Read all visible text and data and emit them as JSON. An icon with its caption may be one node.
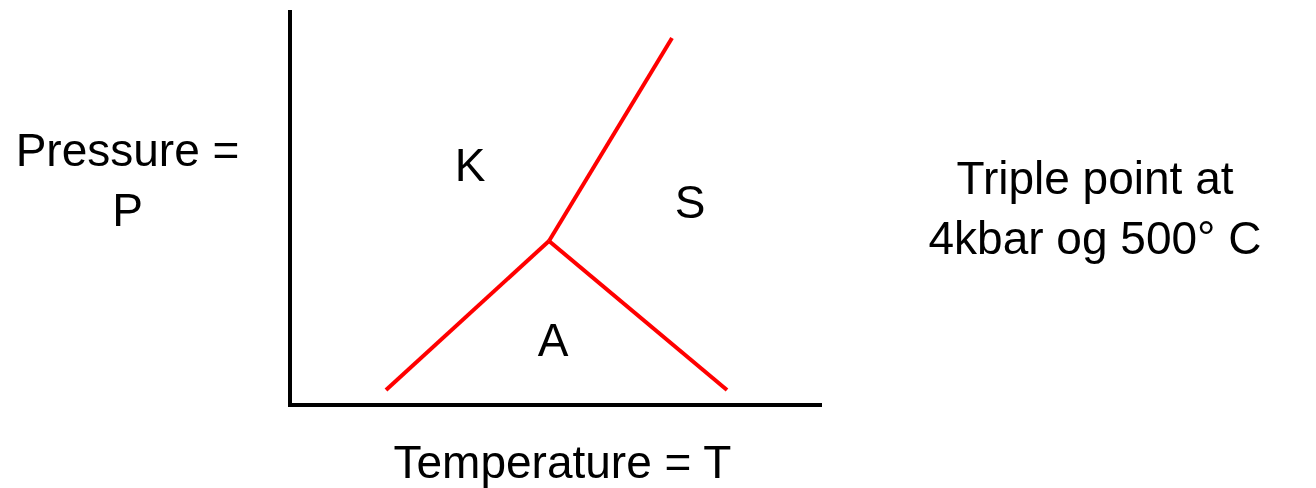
{
  "diagram": {
    "labels": [
      "Pressure = P",
      "K",
      "S",
      "A",
      "Triple point at 4kbar og 500° C",
      "Temperature = T"
    ]
  }
}
